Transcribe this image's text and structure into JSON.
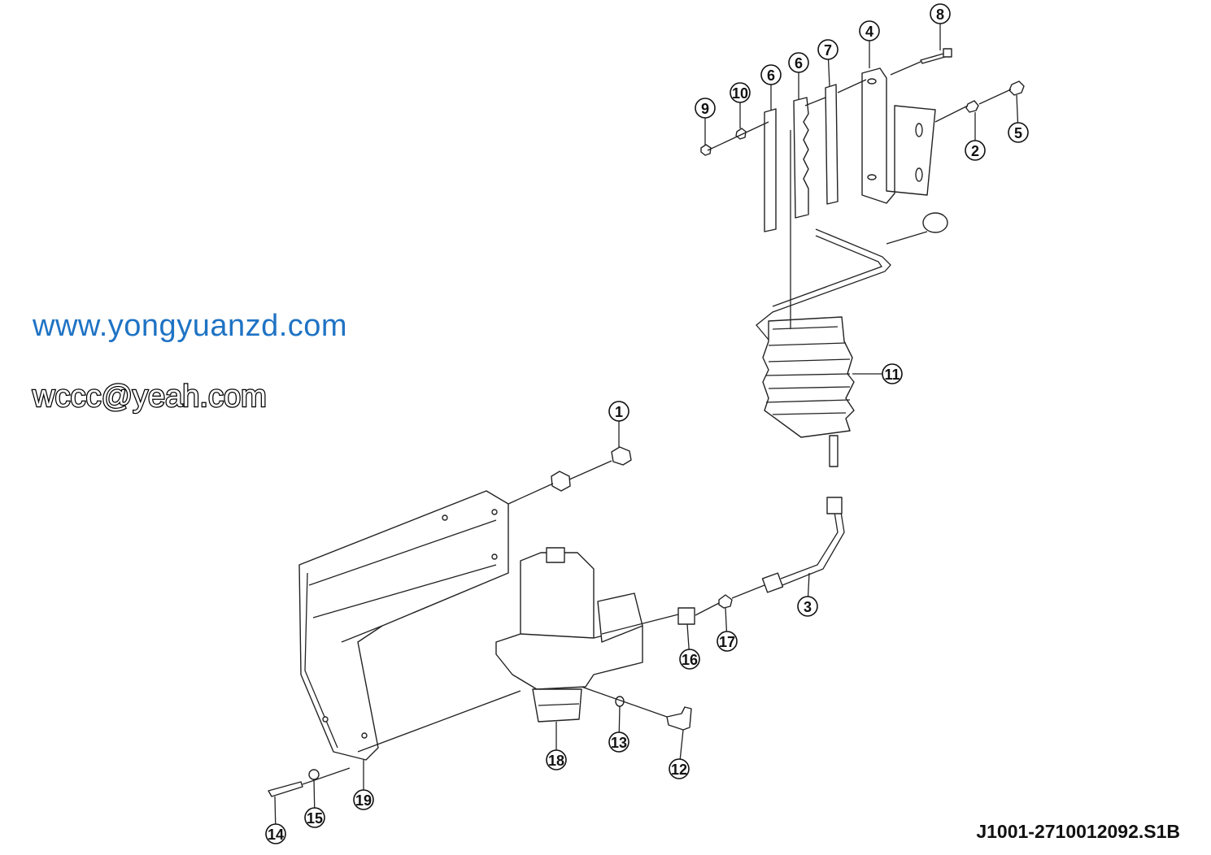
{
  "diagram": {
    "callouts": [
      "1",
      "2",
      "3",
      "4",
      "5",
      "6",
      "6",
      "7",
      "8",
      "9",
      "10",
      "11",
      "12",
      "13",
      "14",
      "15",
      "16",
      "17",
      "18",
      "19"
    ],
    "drawing_code": "J1001-2710012092.S1B"
  },
  "watermarks": {
    "blue": "www.yongyuanzd.com",
    "black_outline": "wccc@yeah.com"
  },
  "colors": {
    "watermark_blue": "#1f73c4",
    "line": "#222222"
  }
}
